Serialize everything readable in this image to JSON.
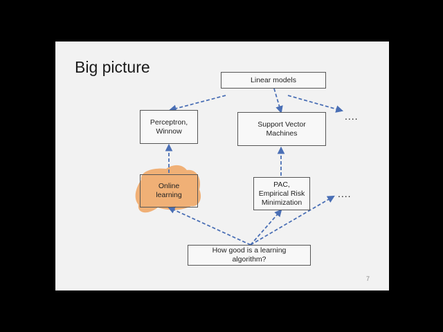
{
  "slide": {
    "title": "Big picture",
    "page_number": "7",
    "background": "#f2f2f2"
  },
  "nodes": {
    "linear_models": "Linear models",
    "perceptron": "Perceptron,\nWinnow",
    "svm": "Support Vector\nMachines",
    "online_learning": "Online\nlearning",
    "pac": "PAC,\nEmpirical Risk\nMinimization",
    "how_good": "How  good is a learning\nalgorithm?",
    "ellipsis_top": "....",
    "ellipsis_bottom": "...."
  },
  "colors": {
    "arrow": "#4a6fb5",
    "highlight": "#f0a868",
    "box_border": "#555555"
  }
}
